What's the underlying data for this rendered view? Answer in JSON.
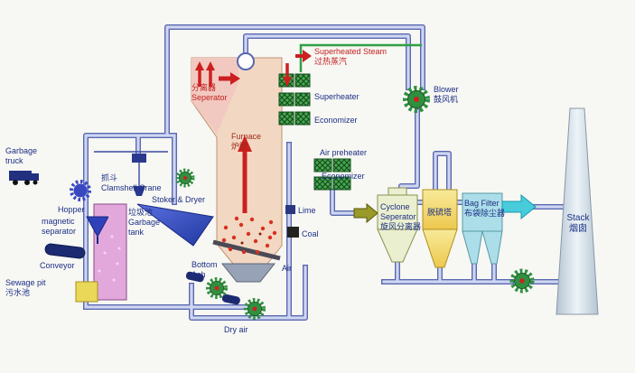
{
  "diagram": {
    "labels": {
      "garbage_truck": "Garbage truck",
      "hopper": "Hopper",
      "magnetic_separator": "magnetic separator",
      "conveyor": "Conveyor",
      "sewage_pit_en": "Sewage pit",
      "sewage_pit_cn": "污水池",
      "clamshell_cn": "抓斗",
      "clamshell_en": "Clamshell Crane",
      "garbage_tank_cn": "垃圾池",
      "garbage_tank_en": "Garbage tank",
      "stoker_dryer": "Stoker & Dryer",
      "separator_cn": "分离器",
      "separator_en": "Seperator",
      "furnace_en": "Furnace",
      "furnace_cn": "炉膛",
      "steam_en": "Superheated Steam",
      "steam_cn": "过热蒸汽",
      "superheater": "Superheater",
      "economizer_upper": "Economizer",
      "air_preheater": "Air preheater",
      "economizer_lower": "Economizer",
      "blower_en": "Blower",
      "blower_cn": "鼓风机",
      "cyclone_l1": "Cyclone",
      "cyclone_l2": "Seperator",
      "cyclone_l3": "旋风分离器",
      "desulfurizer": "脱硫塔",
      "bag_filter_en": "Bag Filter",
      "bag_filter_cn": "布袋除尘器",
      "stack_en": "Stack",
      "stack_cn": "烟囱",
      "lime": "Lime",
      "coal": "Coal",
      "bottom_ash": "Bottom Ash",
      "air": "Air",
      "dry_air": "Dry air"
    },
    "colors": {
      "pipe_outline": "#5a68b0",
      "pipe_fill": "#ced6f2",
      "furnace_fill": "#f2d8c2",
      "separator_zone_fill": "#f2c9c0",
      "heat_exchanger_green": "#4aa852",
      "fan_green": "#2f9040",
      "fan_hub_red": "#cc2222",
      "cyclone_fill": "#eaefcf",
      "desulfurizer_fill": "#f3dd6e",
      "bag_filter_fill": "#abdee8",
      "stack_fill": "#ccd9e4",
      "garbage_tank_fill": "#e2a8dc",
      "flame_red": "#cc2020",
      "flue_arrow_olive": "#9a9a28",
      "clean_gas_cyan": "#48ccdc",
      "label_blue": "#1c2f86",
      "label_red": "#c32222"
    }
  }
}
